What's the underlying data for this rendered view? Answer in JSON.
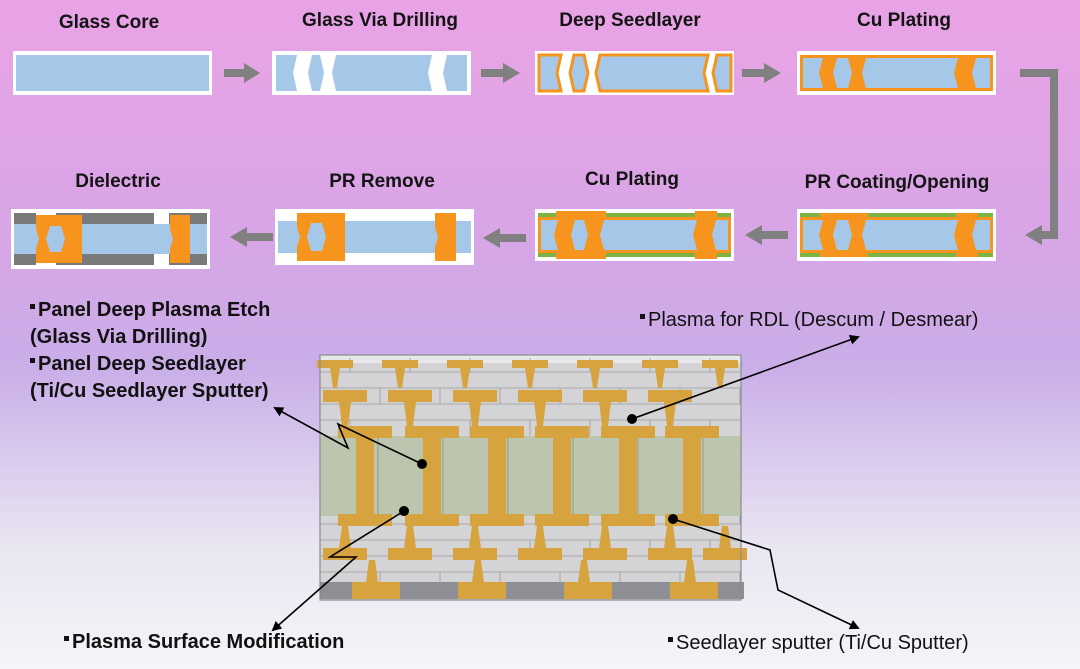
{
  "steps": [
    {
      "label": "Glass Core"
    },
    {
      "label": "Glass Via Drilling"
    },
    {
      "label": "Deep Seedlayer"
    },
    {
      "label": "Cu Plating"
    },
    {
      "label": "PR Coating/Opening"
    },
    {
      "label": "Cu Plating"
    },
    {
      "label": "PR Remove"
    },
    {
      "label": "Dielectric"
    }
  ],
  "notes": {
    "etch_line1": "Panel Deep Plasma Etch",
    "etch_line2": "(Glass Via Drilling)",
    "seed_line1": "Panel Deep Seedlayer",
    "seed_line2": "(Ti/Cu Seedlayer Sputter)",
    "rdl": "Plasma for RDL (Descum /  Desmear)",
    "surface": "Plasma Surface Modification",
    "sputter": "Seedlayer sputter (Ti/Cu Sputter)"
  },
  "colors": {
    "glass": "#a6c8e8",
    "copper": "#f7941d",
    "seed": "#f7941d",
    "photoresist": "#7cb342",
    "dielectric": "#7a7a7a",
    "arrow": "#808080",
    "stack_glass": "#bcc6ae",
    "stack_copper": "#d7a33f",
    "stack_dielectric": "#d4d4d6"
  }
}
